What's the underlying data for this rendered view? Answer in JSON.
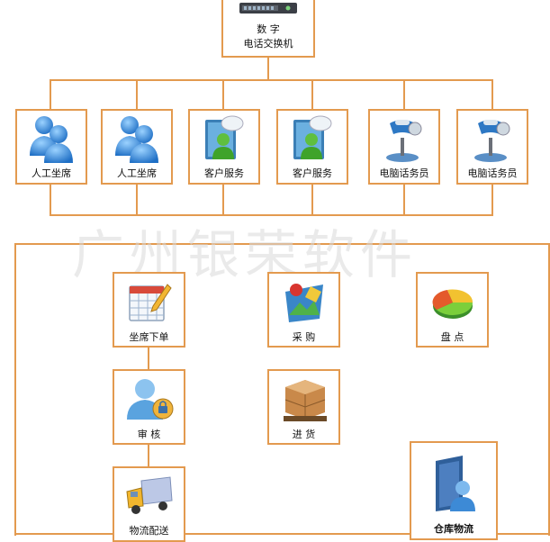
{
  "switch": {
    "line1": "数 字",
    "line2": "电话交换机"
  },
  "agents": [
    {
      "label": "人工坐席",
      "icon": "user-group-icon"
    },
    {
      "label": "人工坐席",
      "icon": "user-group-icon"
    },
    {
      "label": "客户服务",
      "icon": "customer-service-icon"
    },
    {
      "label": "客户服务",
      "icon": "customer-service-icon"
    },
    {
      "label": "电脑话务员",
      "icon": "desk-phone-icon"
    },
    {
      "label": "电脑话务员",
      "icon": "desk-phone-icon"
    }
  ],
  "modules": {
    "order": "坐席下单",
    "purchase": "采 购",
    "inventory": "盘 点",
    "review": "审 核",
    "stock_in": "进 货",
    "logistics": "物流配送",
    "warehouse": "仓库物流"
  },
  "watermark": "广州银荣软件",
  "colors": {
    "connector": "#e39a4f"
  }
}
